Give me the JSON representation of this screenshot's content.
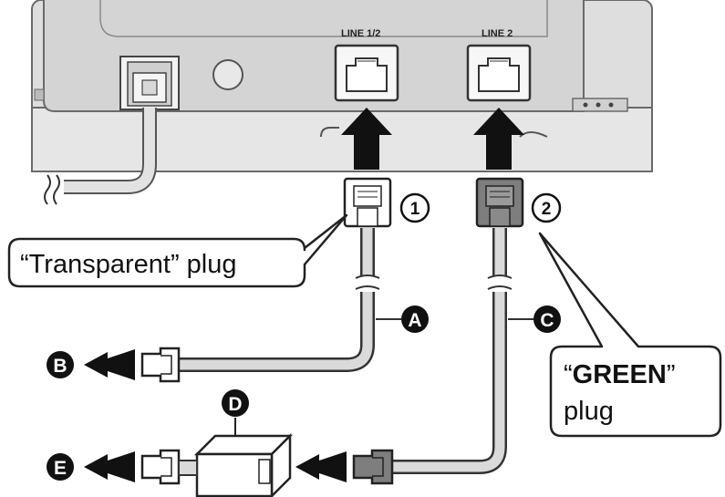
{
  "ports": {
    "line12": "LINE 1/2",
    "line2": "LINE 2"
  },
  "callouts": {
    "transparent": "“Transparent” plug",
    "green_line1_quote_open": "“",
    "green_line1_word": "GREEN",
    "green_line1_quote_close": "”",
    "green_line2": "plug"
  },
  "markers": {
    "one": "1",
    "two": "2",
    "A": "A",
    "B": "B",
    "C": "C",
    "D": "D",
    "E": "E"
  },
  "colors": {
    "device": "#dcdcdc",
    "device_edge": "#6a6a6a",
    "cable": "#d6d6d6",
    "green_plug": "#7a7a7a",
    "arrow": "#111111"
  }
}
